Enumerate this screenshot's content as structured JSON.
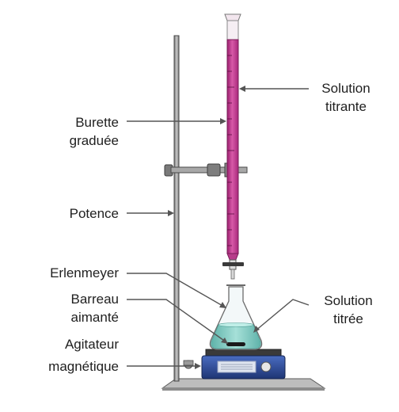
{
  "labels": {
    "burette_line1": "Burette",
    "burette_line2": "graduée",
    "potence": "Potence",
    "erlenmeyer": "Erlenmeyer",
    "barreau_line1": "Barreau",
    "barreau_line2": "aimanté",
    "agitateur_line1": "Agitateur",
    "agitateur_line2": "magnétique",
    "solution_titrante_line1": "Solution",
    "solution_titrante_line2": "titrante",
    "solution_titree_line1": "Solution",
    "solution_titree_line2": "titrée"
  },
  "colors": {
    "titrant": "#c0308c",
    "titrated": "#7dc8c0",
    "stand_metal": "#8a8a8a",
    "stirrer_body": "#2f4f9a",
    "arrow": "#555555"
  }
}
